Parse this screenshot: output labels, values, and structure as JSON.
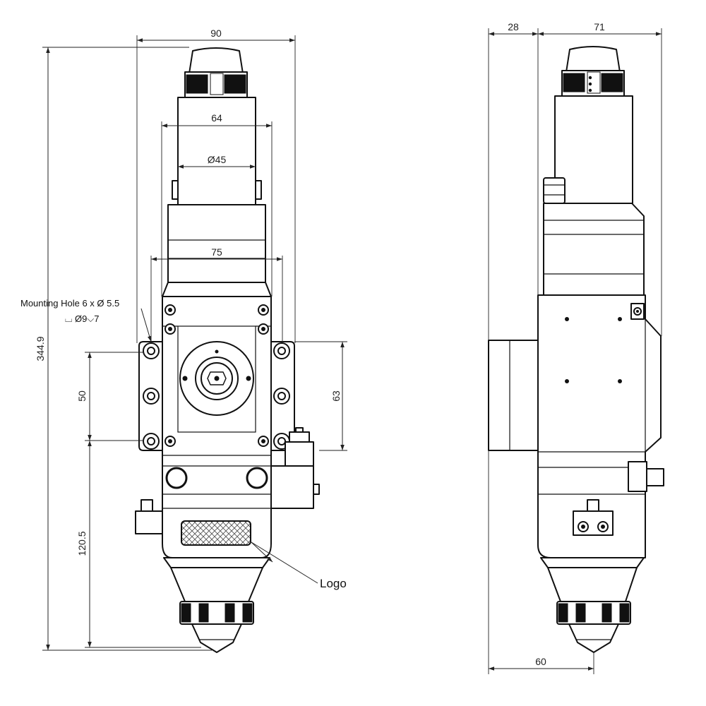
{
  "front_view": {
    "dimensions": {
      "overall_width": "90",
      "upper_width": "64",
      "bore_diameter": "Ø45",
      "body_width": "75",
      "overall_height": "344.9",
      "hole_spacing_vertical": "50",
      "flange_height": "63",
      "lower_height": "120.5"
    },
    "mounting_hole_label": "Mounting Hole 6 x Ø 5.5",
    "counterbore_label": "⌴ Ø9⌵7",
    "logo_label": "Logo"
  },
  "side_view": {
    "dimensions": {
      "left_offset": "28",
      "right_width": "71",
      "bottom_width": "60"
    }
  }
}
